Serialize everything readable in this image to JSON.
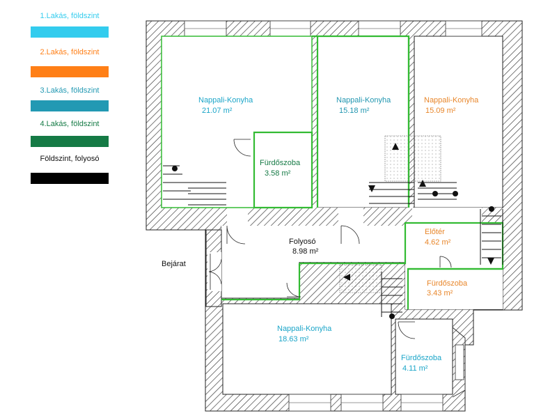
{
  "legend": [
    {
      "label": "1.Lakás, földszint",
      "color": "#33ccee"
    },
    {
      "label": "2.Lakás, földszint",
      "color": "#ff7f16"
    },
    {
      "label": "3.Lakás, földszint",
      "color": "#2299b3"
    },
    {
      "label": "4.Lakás, földszint",
      "color": "#157a45"
    },
    {
      "label": "Földszint, folyosó",
      "color": "#000000"
    }
  ],
  "colors": {
    "lakas1_text": "#1aa5c8",
    "lakas2_text": "#e8862a",
    "lakas3_text": "#2196b0",
    "lakas4_outline": "#33bb33",
    "wall": "#333333",
    "black_text": "#111111"
  },
  "entrance": {
    "label": "Bejárat"
  },
  "rooms": [
    {
      "id": "nappali-1",
      "name": "Nappali-Konyha",
      "area": "21.07 m²"
    },
    {
      "id": "furdo-4a",
      "name": "Fürdőszoba",
      "area": "3.58 m²"
    },
    {
      "id": "nappali-3",
      "name": "Nappali-Konyha",
      "area": "15.18 m²"
    },
    {
      "id": "nappali-2",
      "name": "Nappali-Konyha",
      "area": "15.09 m²"
    },
    {
      "id": "folyoso",
      "name": "Folyosó",
      "area": "8.98 m²"
    },
    {
      "id": "eloter",
      "name": "Előtér",
      "area": "4.62 m²"
    },
    {
      "id": "furdo-2",
      "name": "Fürdőszoba",
      "area": "3.43 m²"
    },
    {
      "id": "nappali-4",
      "name": "Nappali-Konyha",
      "area": "18.63 m²"
    },
    {
      "id": "furdo-4b",
      "name": "Fürdőszoba",
      "area": "4.11 m²"
    }
  ]
}
